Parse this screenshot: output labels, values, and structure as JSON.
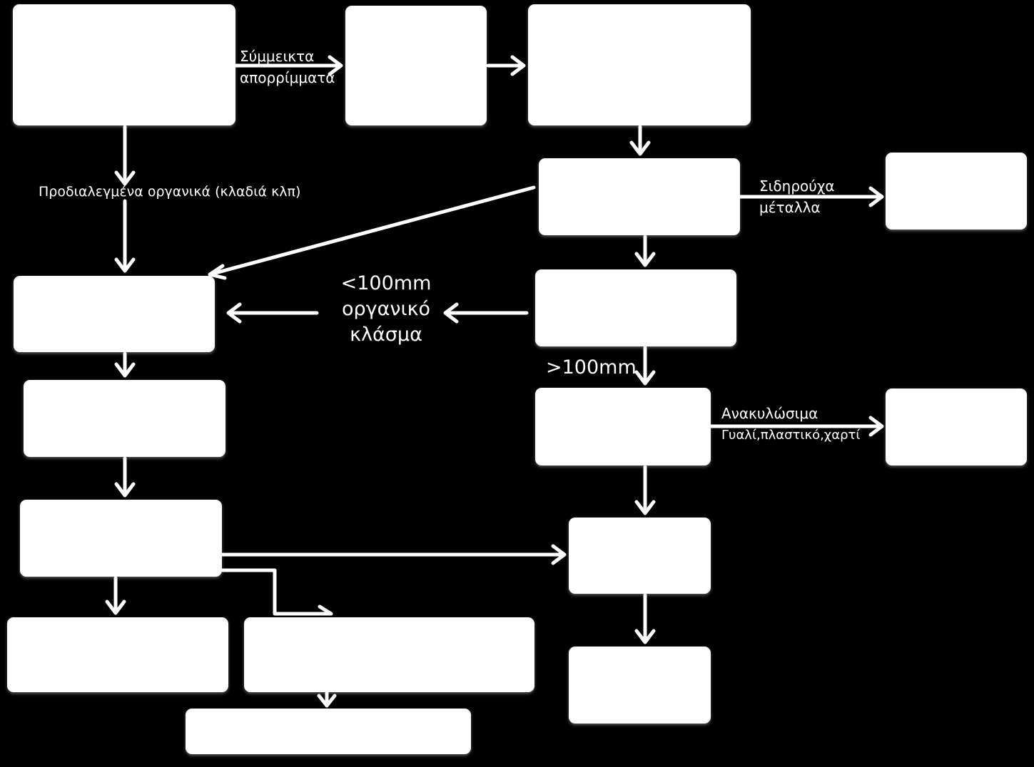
{
  "colors": {
    "background": "#000000",
    "box": "#ffffff",
    "arrow": "#ffffff",
    "text": "#ffffff"
  },
  "labels": {
    "mixed_waste": [
      "Σύμμεικτα",
      "απορρίμματα"
    ],
    "preselected_organics": "Προδιαλεγμένα οργανικά (κλαδιά κλπ)",
    "ferrous_metals": [
      "Σιδηρούχα",
      "μέταλλα"
    ],
    "organic_fraction": [
      "<100mm",
      "οργανικό",
      "κλάσμα"
    ],
    "over_100mm": ">100mm",
    "recyclables": [
      "Ανακυλώσιμα",
      "Γυαλί,πλαστικό,χαρτί"
    ]
  }
}
